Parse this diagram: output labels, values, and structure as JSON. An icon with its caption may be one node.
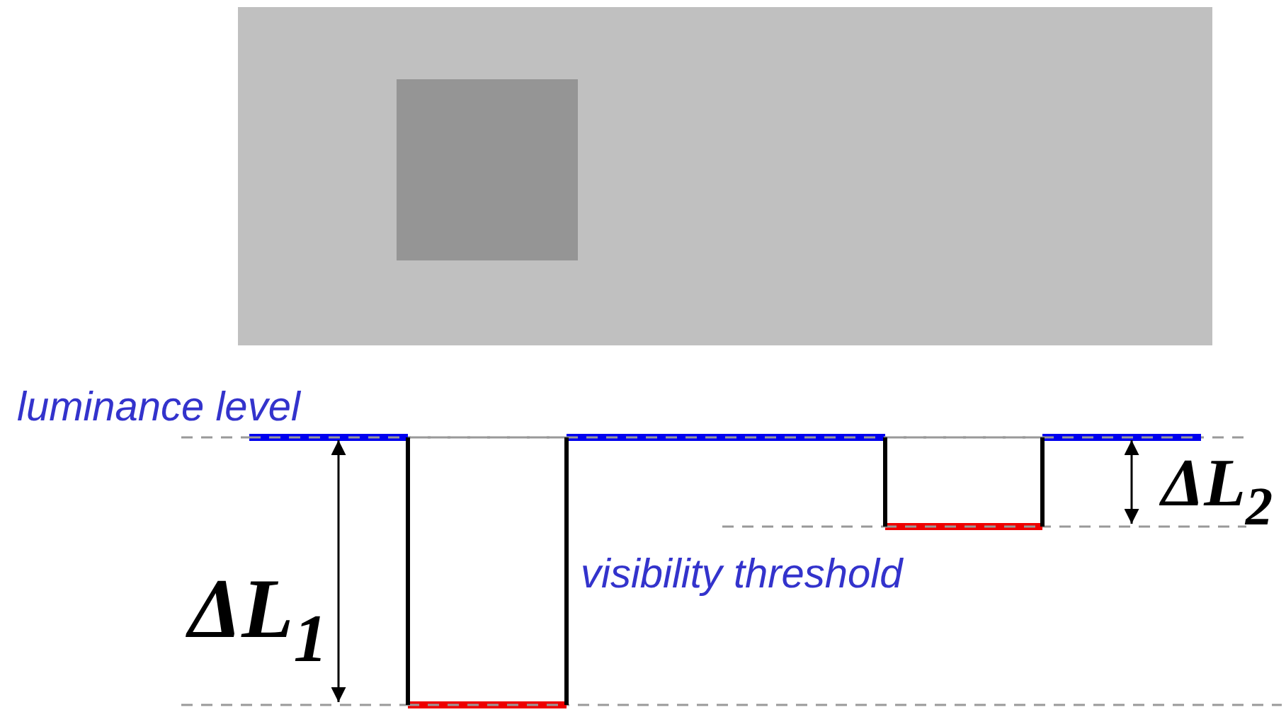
{
  "diagram": {
    "labels": [
      "luminance level",
      "visibility threshold",
      "ΔL$_{1}$",
      "ΔL$_{2}$"
    ]
  }
}
